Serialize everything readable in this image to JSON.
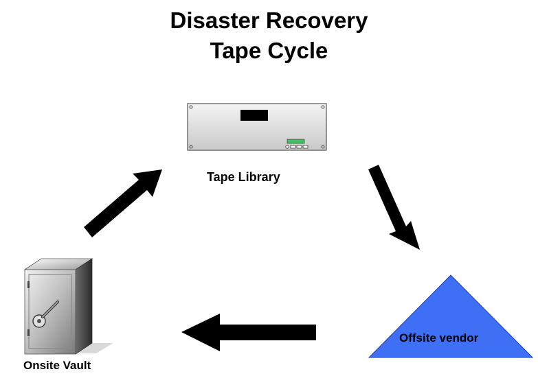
{
  "title": {
    "line1": "Disaster Recovery",
    "line2": "Tape Cycle"
  },
  "nodes": {
    "tape_library": {
      "label": "Tape Library",
      "icon": "tape-library-icon"
    },
    "offsite_vendor": {
      "label": "Offsite vendor",
      "shape": "triangle",
      "color": "#3f6ff5"
    },
    "onsite_vault": {
      "label": "Onsite Vault",
      "icon": "safe-icon"
    }
  },
  "edges": [
    {
      "from": "Tape Library",
      "to": "Offsite vendor"
    },
    {
      "from": "Offsite vendor",
      "to": "Onsite Vault"
    },
    {
      "from": "Onsite Vault",
      "to": "Tape Library"
    }
  ]
}
